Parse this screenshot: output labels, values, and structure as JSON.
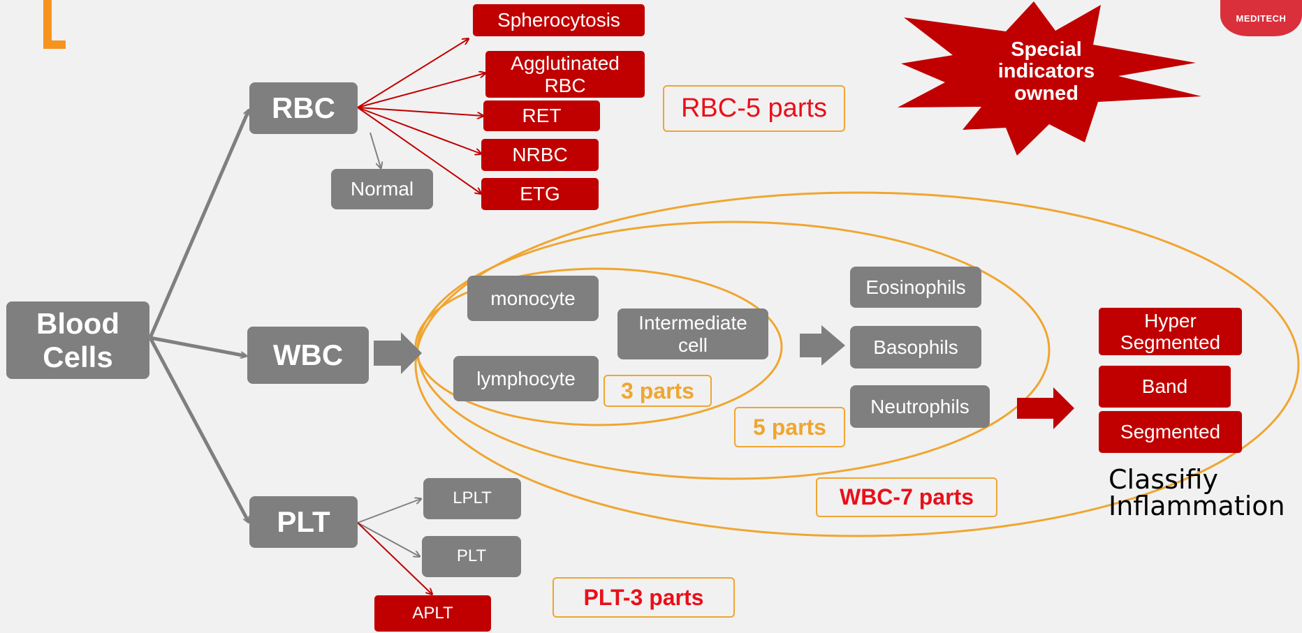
{
  "logo": "MEDITECH",
  "root": "Blood Cells",
  "categories": {
    "rbc": "RBC",
    "wbc": "WBC",
    "plt": "PLT"
  },
  "rbc": {
    "normal": "Normal",
    "special": [
      "Spherocytosis",
      "Agglutinated RBC",
      "RET",
      "NRBC",
      "ETG"
    ],
    "parts_label": "RBC-5 parts"
  },
  "wbc": {
    "three_part": [
      "monocyte",
      "Intermediate cell",
      "lymphocyte"
    ],
    "three_parts_label": "3 parts",
    "five_part": [
      "Eosinophils",
      "Basophils",
      "Neutrophils"
    ],
    "five_parts_label": "5 parts",
    "seven_parts_label": "WBC-7 parts",
    "neutrophil_types": [
      "Hyper Segmented",
      "Band",
      "Segmented"
    ],
    "classify_label": "Classifiy Inflammation"
  },
  "plt": {
    "items": [
      "LPLT",
      "PLT",
      "APLT"
    ],
    "parts_label": "PLT-3 parts"
  },
  "burst": "Special indicators owned",
  "colors": {
    "gray": "#7f7f7f",
    "red": "#c00000",
    "orange": "#f0a530",
    "label_red": "#e8101a",
    "background": "#f1f1f1"
  }
}
